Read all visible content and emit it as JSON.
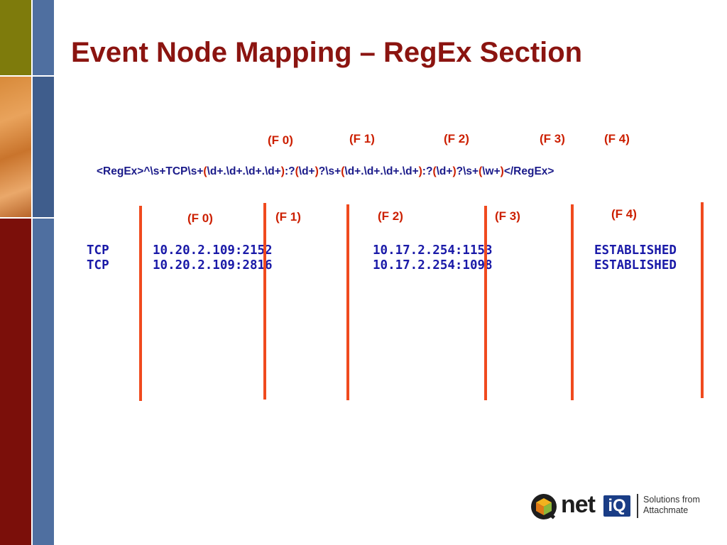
{
  "title": "Event Node Mapping – RegEx Section",
  "regex_labels": [
    "(F 0)",
    "(F 1)",
    "(F 2)",
    "(F 3)",
    "(F 4)"
  ],
  "regex": {
    "open_tag": "<RegEx>",
    "prefix": "^\\s+TCP\\s+",
    "lparen": "(",
    "rparen": ")",
    "g0": "\\d+.\\d+.\\d+.\\d+",
    "sep1": ":?",
    "g1": "\\d+",
    "sep2": "?\\s+",
    "g2": "\\d+.\\d+.\\d+.\\d+",
    "sep3": ":?",
    "g3": "\\d+",
    "sep4": "?\\s+",
    "g4": "\\w+",
    "close_tag": "</RegEx>"
  },
  "data_labels": [
    "(F 0)",
    "(F 1)",
    "(F 2)",
    "(F 3)",
    "(F 4)"
  ],
  "terminal": {
    "proto_col": "TCP\nTCP",
    "local_col": "10.20.2.109:2152\n10.20.2.109:2816",
    "foreign_col": "10.17.2.254:1153\n10.17.2.254:1098",
    "state_col": "ESTABLISHED\nESTABLISHED"
  },
  "colors": {
    "title": "#8b1410",
    "accent": "#cc1f00",
    "regex_text": "#1b1b8a",
    "terminal_text": "#1a1aa8",
    "divider": "#f04a1e"
  },
  "logo": {
    "net": "net",
    "iq": "iQ",
    "tagline_1": "Solutions from",
    "tagline_2": "Attachmate"
  }
}
